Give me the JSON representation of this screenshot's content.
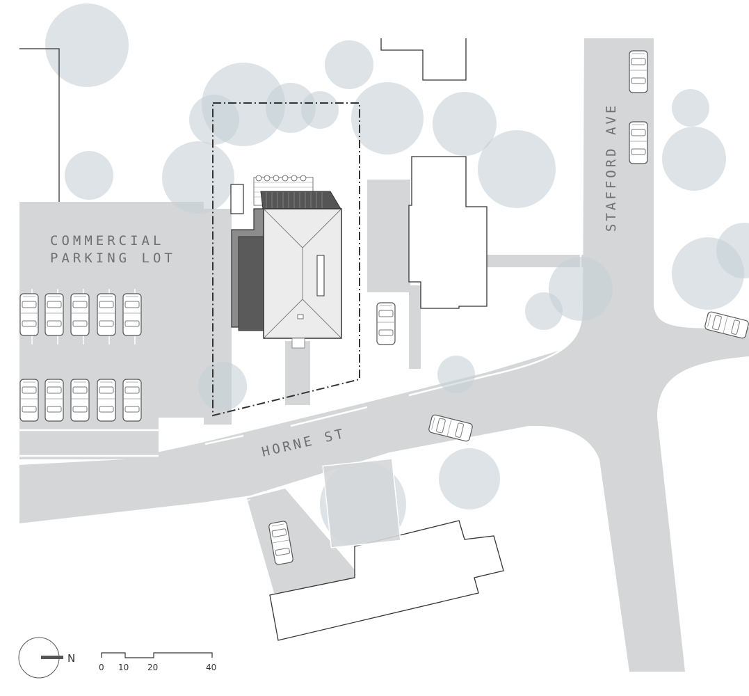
{
  "labels": {
    "parking_line1": "COMMERCIAL",
    "parking_line2": "PARKING LOT",
    "street_horne": "HORNE ST",
    "street_stafford": "STAFFORD AVE"
  },
  "north_arrow": {
    "label": "N"
  },
  "scale_bar": {
    "ticks": [
      "0",
      "10",
      "20",
      "40"
    ]
  },
  "colors": {
    "road": "#d4d6d8",
    "tree_canopy": "#c7d0d6",
    "building_outline": "#333333",
    "roof": "#ececec",
    "site_boundary": "#333333"
  }
}
